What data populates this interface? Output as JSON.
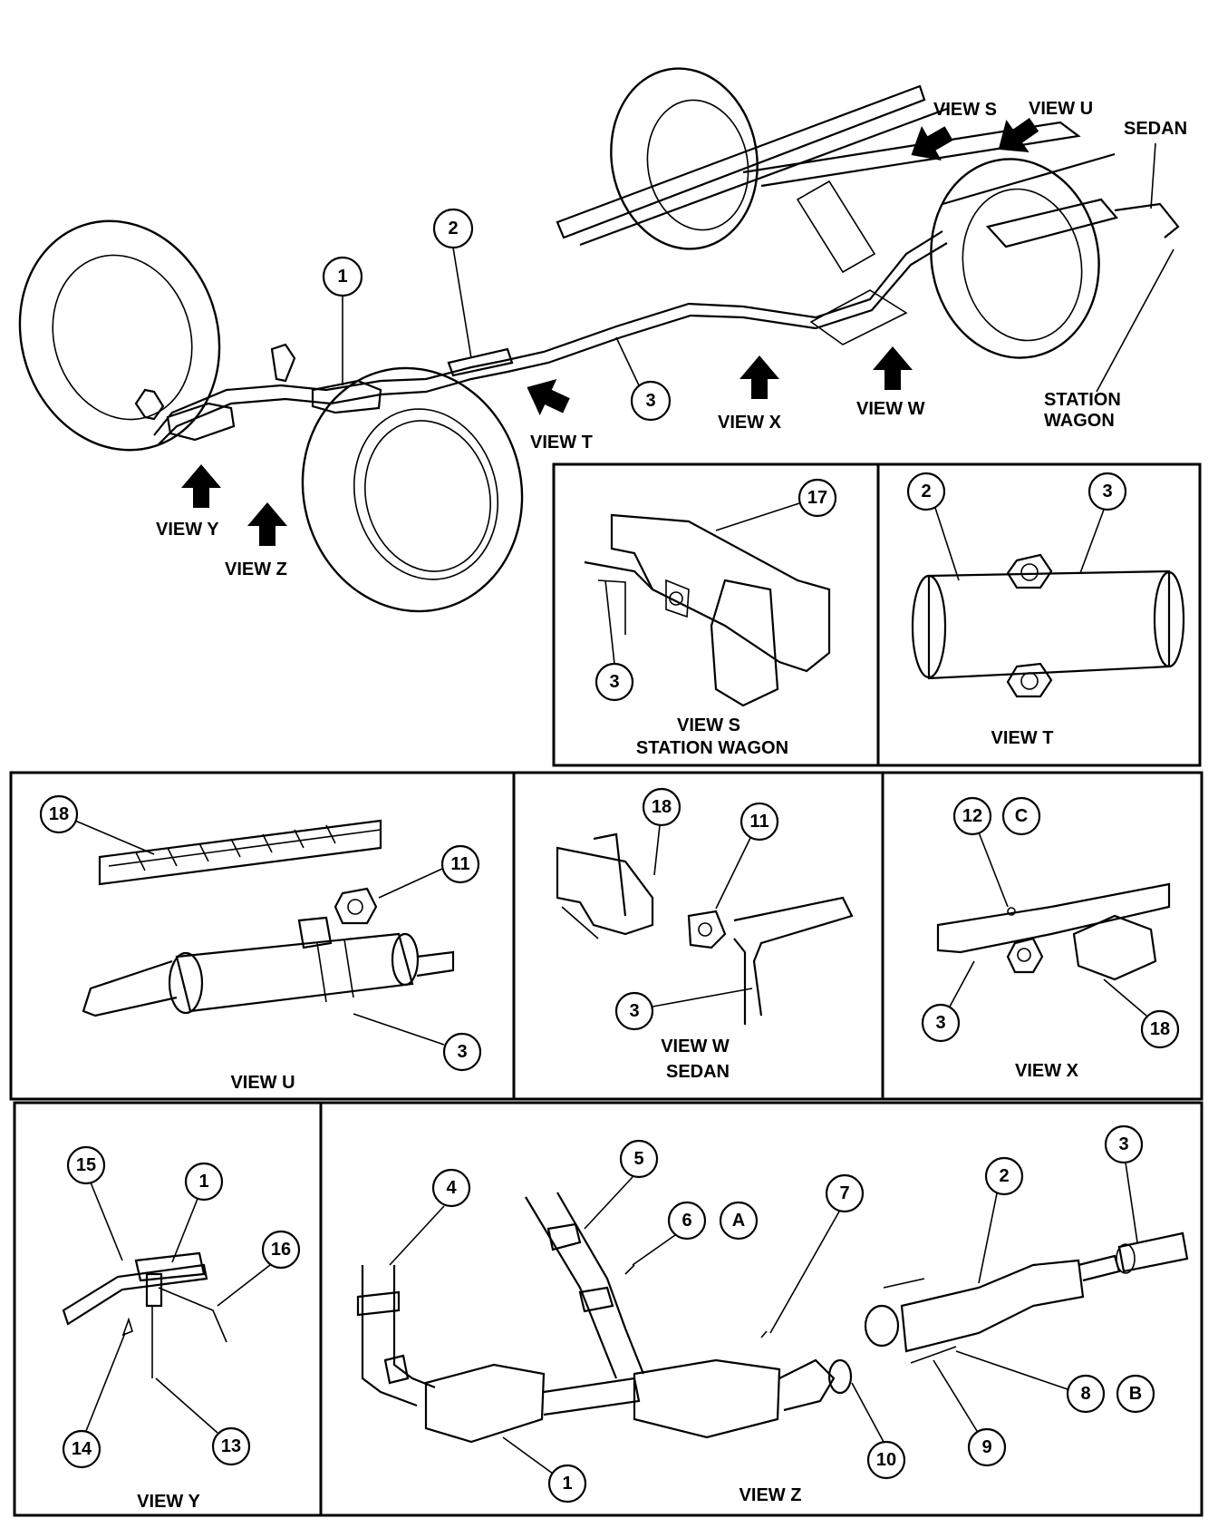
{
  "labels": {
    "view_s": "VIEW S",
    "view_u": "VIEW U",
    "sedan": "SEDAN",
    "station_wagon_line1": "STATION",
    "station_wagon_line2": "WAGON",
    "view_t": "VIEW T",
    "view_x": "VIEW X",
    "view_w": "VIEW W",
    "view_y": "VIEW Y",
    "view_z": "VIEW Z"
  },
  "panels": {
    "view_s": {
      "title": "VIEW S",
      "subtitle": "STATION WAGON",
      "callouts": [
        "17",
        "3"
      ]
    },
    "view_t": {
      "title": "VIEW T",
      "callouts": [
        "2",
        "3"
      ]
    },
    "view_u": {
      "title": "VIEW U",
      "callouts": [
        "18",
        "11",
        "3"
      ]
    },
    "view_w": {
      "title": "VIEW W",
      "subtitle": "SEDAN",
      "callouts": [
        "18",
        "11",
        "3"
      ]
    },
    "view_x": {
      "title": "VIEW X",
      "callouts": [
        "12",
        "C",
        "3",
        "18"
      ]
    },
    "view_y": {
      "title": "VIEW Y",
      "callouts": [
        "15",
        "1",
        "16",
        "14",
        "13"
      ]
    },
    "view_z": {
      "title": "VIEW Z",
      "callouts": [
        "4",
        "5",
        "6",
        "A",
        "7",
        "2",
        "3",
        "8",
        "B",
        "9",
        "10",
        "1"
      ]
    }
  },
  "main_callouts": [
    "1",
    "2",
    "3"
  ]
}
